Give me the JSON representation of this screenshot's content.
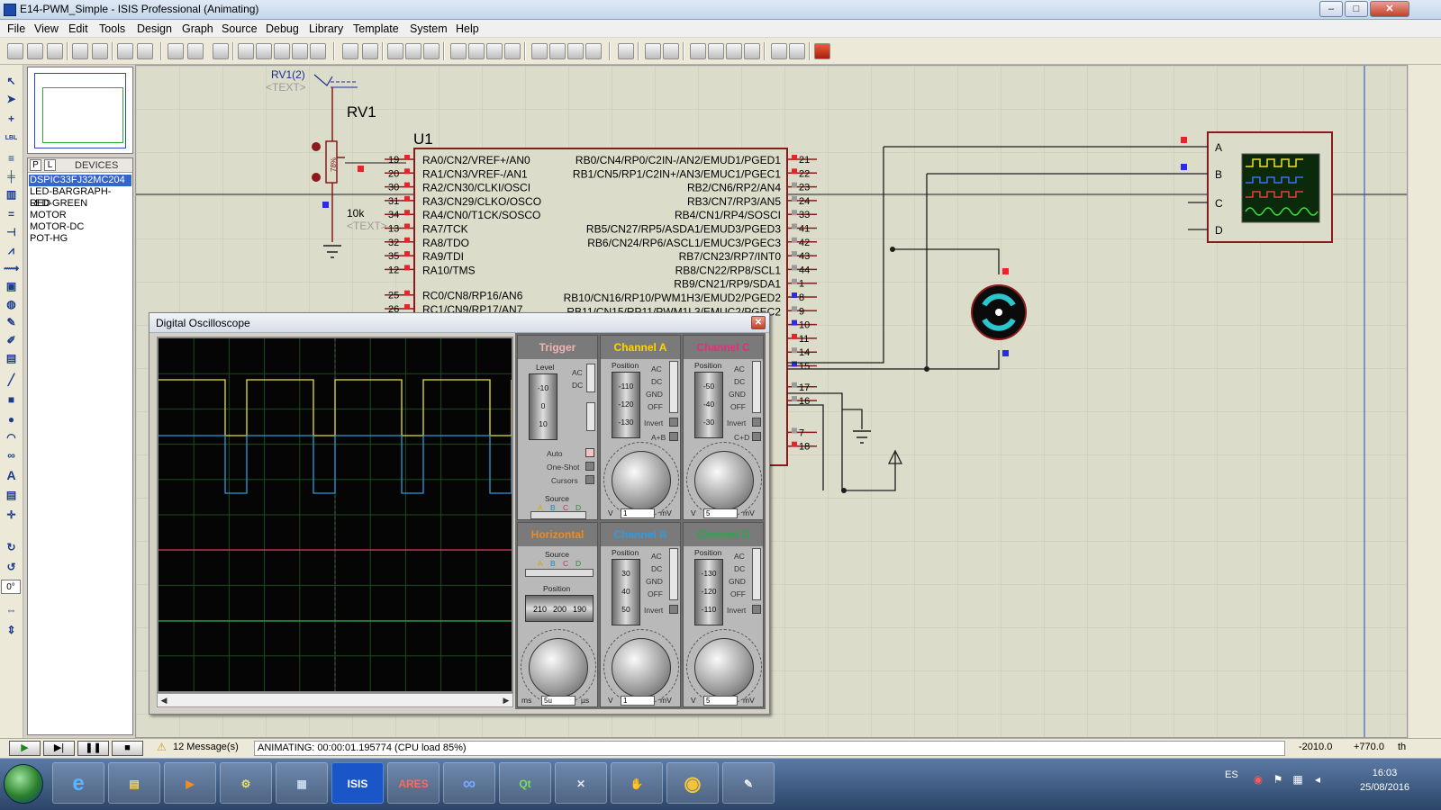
{
  "window": {
    "title": "E14-PWM_Simple - ISIS Professional (Animating)",
    "minimize": "–",
    "maximize": "□",
    "close": "✕"
  },
  "menu": [
    "File",
    "View",
    "Edit",
    "Tools",
    "Design",
    "Graph",
    "Source",
    "Debug",
    "Library",
    "Template",
    "System",
    "Help"
  ],
  "devices": {
    "tab_p": "P",
    "tab_l": "L",
    "header": "DEVICES",
    "items": [
      "DSPIC33FJ32MC204",
      "LED-BARGRAPH-RED",
      "LED-GREEN",
      "MOTOR",
      "MOTOR-DC",
      "POT-HG"
    ],
    "selected": 0
  },
  "lefttools": {
    "angle": "0°"
  },
  "schematic": {
    "rv1_ref": "RV1(2)",
    "rv1_text": "<TEXT>",
    "rv1_name": "RV1",
    "rv1_percent": "78%",
    "rv1_value": "10k",
    "rv1_value_text": "<TEXT>",
    "u1_name": "U1",
    "left_pins": [
      {
        "num": "19",
        "label": "RA0/CN2/VREF+/AN0"
      },
      {
        "num": "20",
        "label": "RA1/CN3/VREF-/AN1"
      },
      {
        "num": "30",
        "label": "RA2/CN30/CLKI/OSCI"
      },
      {
        "num": "31",
        "label": "RA3/CN29/CLKO/OSCO"
      },
      {
        "num": "34",
        "label": "RA4/CN0/T1CK/SOSCO"
      },
      {
        "num": "13",
        "label": "RA7/TCK"
      },
      {
        "num": "32",
        "label": "RA8/TDO"
      },
      {
        "num": "35",
        "label": "RA9/TDI"
      },
      {
        "num": "12",
        "label": "RA10/TMS"
      },
      {
        "num": "25",
        "label": "RC0/CN8/RP16/AN6"
      },
      {
        "num": "26",
        "label": "RC1/CN9/RP17/AN7"
      }
    ],
    "right_pins": [
      {
        "num": "21",
        "label": "RB0/CN4/RP0/C2IN-/AN2/EMUD1/PGED1"
      },
      {
        "num": "22",
        "label": "RB1/CN5/RP1/C2IN+/AN3/EMUC1/PGEC1"
      },
      {
        "num": "23",
        "label": "RB2/CN6/RP2/AN4"
      },
      {
        "num": "24",
        "label": "RB3/CN7/RP3/AN5"
      },
      {
        "num": "33",
        "label": "RB4/CN1/RP4/SOSCI"
      },
      {
        "num": "41",
        "label": "RB5/CN27/RP5/ASDA1/EMUD3/PGED3"
      },
      {
        "num": "42",
        "label": "RB6/CN24/RP6/ASCL1/EMUC3/PGEC3"
      },
      {
        "num": "43",
        "label": "RB7/CN23/RP7/INT0"
      },
      {
        "num": "44",
        "label": "RB8/CN22/RP8/SCL1"
      },
      {
        "num": "1",
        "label": "RB9/CN21/RP9/SDA1"
      },
      {
        "num": "8",
        "label": "RB10/CN16/RP10/PWM1H3/EMUD2/PGED2"
      },
      {
        "num": "9",
        "label": "RB11/CN15/RP11/PWM1L3/EMUC2/PGEC2"
      },
      {
        "num": "10",
        "label": ""
      },
      {
        "num": "11",
        "label": ""
      },
      {
        "num": "14",
        "label": ""
      },
      {
        "num": "15",
        "label": ""
      },
      {
        "num": "17",
        "label": ""
      },
      {
        "num": "16",
        "label": ""
      },
      {
        "num": "7",
        "label": ""
      },
      {
        "num": "18",
        "label": ""
      }
    ],
    "scope_inputs": [
      "A",
      "B",
      "C",
      "D"
    ]
  },
  "oscilloscope": {
    "title": "Digital Oscilloscope",
    "close": "✕",
    "trigger": {
      "title": "Trigger",
      "level": "Level",
      "ac": "AC",
      "dc": "DC",
      "drum": [
        "-10",
        "0",
        "10"
      ],
      "auto": "Auto",
      "oneshot": "One-Shot",
      "cursors": "Cursors",
      "source": "Source",
      "sources": [
        "A",
        "B",
        "C",
        "D"
      ]
    },
    "horizontal": {
      "title": "Horizontal",
      "source": "Source",
      "sources": [
        "A",
        "B",
        "C",
        "D"
      ],
      "position": "Position",
      "drum": [
        "210",
        "200",
        "190"
      ],
      "unit_left": "ms",
      "unit_right": "µs",
      "value": "5u"
    },
    "channels": [
      {
        "title": "Channel A",
        "color": "#ffd400",
        "position": "Position",
        "drum": [
          "-110",
          "-120",
          "-130"
        ],
        "ac": "AC",
        "dc": "DC",
        "gnd": "GND",
        "off": "OFF",
        "invert": "Invert",
        "extra": "A+B",
        "unit_left": "V",
        "unit_right": "mV",
        "value": "1"
      },
      {
        "title": "Channel C",
        "color": "#e0307a",
        "position": "Position",
        "drum": [
          "-50",
          "-40",
          "-30"
        ],
        "ac": "AC",
        "dc": "DC",
        "gnd": "GND",
        "off": "OFF",
        "invert": "Invert",
        "extra": "C+D",
        "unit_left": "V",
        "unit_right": "mV",
        "value": "5"
      },
      {
        "title": "Channel B",
        "color": "#3399dd",
        "position": "Position",
        "drum": [
          "30",
          "40",
          "50"
        ],
        "ac": "AC",
        "dc": "DC",
        "gnd": "GND",
        "off": "OFF",
        "invert": "Invert",
        "extra": "",
        "unit_left": "V",
        "unit_right": "mV",
        "value": "1"
      },
      {
        "title": "Channel D",
        "color": "#2aa84a",
        "position": "Position",
        "drum": [
          "-130",
          "-120",
          "-110"
        ],
        "ac": "AC",
        "dc": "DC",
        "gnd": "GND",
        "off": "OFF",
        "invert": "Invert",
        "extra": "",
        "unit_left": "V",
        "unit_right": "mV",
        "value": "5"
      }
    ],
    "colors": {
      "grid": "#1f4a1f",
      "trace_a": "#e8e23a",
      "trace_b": "#2f9bd8",
      "trace_c": "#d23a5a",
      "trace_d": "#2aa84a"
    }
  },
  "status": {
    "play": "▶",
    "step": "▶|",
    "pause": "❚❚",
    "stop": "■",
    "messages": "12 Message(s)",
    "animating": "ANIMATING: 00:00:01.195774 (CPU load 85%)",
    "x": "-2010.0",
    "y": "+770.0",
    "unit": "th"
  },
  "taskbar": {
    "apps": [
      "e",
      "▤",
      "▶",
      "⚙",
      "▦",
      "ISIS",
      "ARES",
      "∞",
      "Qt",
      "✕",
      "✋",
      "◉",
      "✎"
    ],
    "lang": "ES",
    "time": "16:03",
    "date": "25/08/2016"
  }
}
